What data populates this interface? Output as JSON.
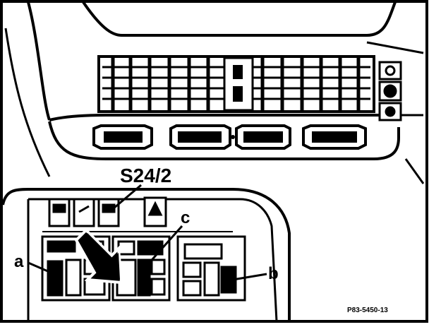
{
  "labels": {
    "component": "S24/2",
    "a": "a",
    "b": "b",
    "c": "c",
    "reference": "P83-5450-13"
  }
}
